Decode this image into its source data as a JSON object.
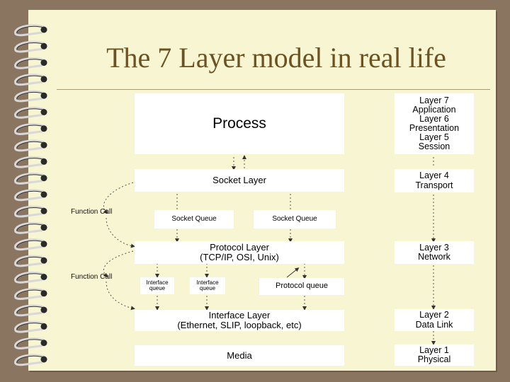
{
  "title": "The 7 Layer model in real life",
  "stack": {
    "process": "Process",
    "socket_layer": "Socket Layer",
    "socket_queue_left": "Socket Queue",
    "socket_queue_right": "Socket Queue",
    "protocol_layer_line1": "Protocol Layer",
    "protocol_layer_line2": "(TCP/IP, OSI, Unix)",
    "interface_queue_left_line1": "Interface",
    "interface_queue_left_line2": "queue",
    "interface_queue_right_line1": "Interface",
    "interface_queue_right_line2": "queue",
    "protocol_queue": "Protocol queue",
    "interface_layer_line1": "Interface Layer",
    "interface_layer_line2": "(Ethernet, SLIP, loopback, etc)",
    "media": "Media",
    "function_call_top": "Function Call",
    "function_call_bottom": "Function Call"
  },
  "osi": {
    "upper": [
      "Layer 7",
      "Application",
      "Layer 6",
      "Presentation",
      "Layer 5",
      "Session"
    ],
    "transport": [
      "Layer 4",
      "Transport"
    ],
    "network": [
      "Layer 3",
      "Network"
    ],
    "datalink": [
      "Layer 2",
      "Data Link"
    ],
    "physical": [
      "Layer 1",
      "Physical"
    ]
  }
}
